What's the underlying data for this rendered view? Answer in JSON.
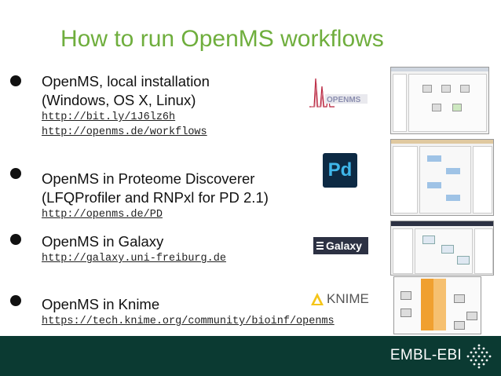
{
  "slide": {
    "title": "How to run OpenMS workflows"
  },
  "bullets": [
    {
      "lines": [
        "OpenMS, local installation",
        "(Windows, OS X, Linux)"
      ],
      "links": [
        "http://bit.ly/1J6lz6h",
        "http://openms.de/workflows"
      ],
      "logo": "openms-logo"
    },
    {
      "lines": [
        "OpenMS in Proteome Discoverer",
        "(LFQProfiler and RNPxl for PD 2.1)"
      ],
      "links": [
        "http://openms.de/PD"
      ],
      "logo": "proteome-discoverer-logo"
    },
    {
      "lines": [
        "OpenMS in Galaxy"
      ],
      "links": [
        "http://galaxy.uni-freiburg.de"
      ],
      "logo": "galaxy-logo"
    },
    {
      "lines": [
        "OpenMS in Knime"
      ],
      "links": [
        "https://tech.knime.org/community/bioinf/openms"
      ],
      "logo": "knime-logo"
    }
  ],
  "logos": {
    "openms_text": "OPENMS",
    "pd_text": "Pd",
    "galaxy_text": "Galaxy",
    "knime_text": "KNIME"
  },
  "footer": {
    "brand": "EMBL-EBI"
  },
  "colors": {
    "title": "#6fae3d",
    "footer_bg": "#0b3a32",
    "text": "#111111"
  }
}
